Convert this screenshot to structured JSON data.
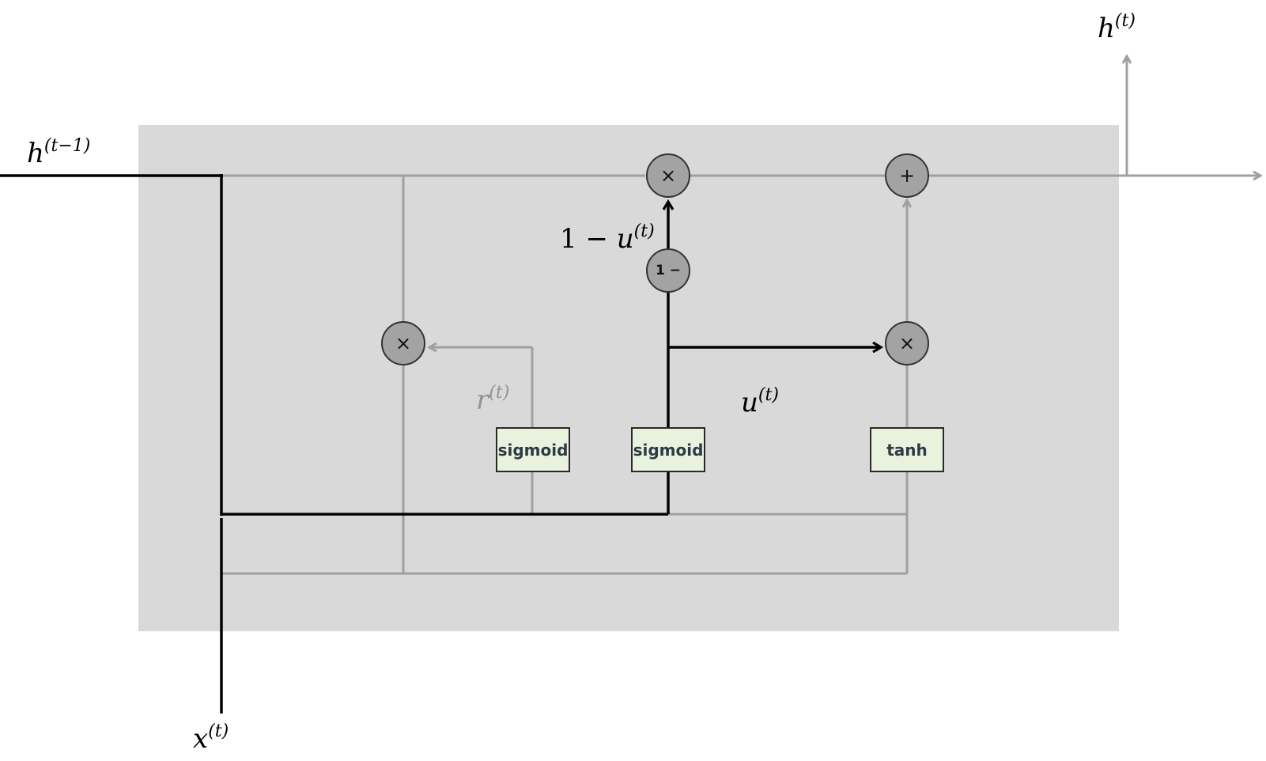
{
  "labels": {
    "h_prev_base": "h",
    "h_prev_sup": "(t−1)",
    "h_out_base": "h",
    "h_out_sup": "(t)",
    "x_base": "x",
    "x_sup": "(t)",
    "r_base": "r",
    "r_sup": "(t)",
    "u_base": "u",
    "u_sup": "(t)",
    "one_minus_prefix": "1 − ",
    "one_minus_base": "u",
    "one_minus_sup": "(t)"
  },
  "boxes": {
    "reset_gate": "sigmoid",
    "update_gate": "sigmoid",
    "candidate": "tanh"
  },
  "nodes": {
    "reset_mult": "×",
    "top_mult": "×",
    "one_minus": "1 −",
    "add": "+",
    "update_mult": "×"
  },
  "colors": {
    "cell_background": "#d9d9d9",
    "black_path": "#000000",
    "gray_path": "#a0a0a0",
    "gate_box_fill": "#e8f2dc",
    "node_fill": "#a3a3a3"
  }
}
